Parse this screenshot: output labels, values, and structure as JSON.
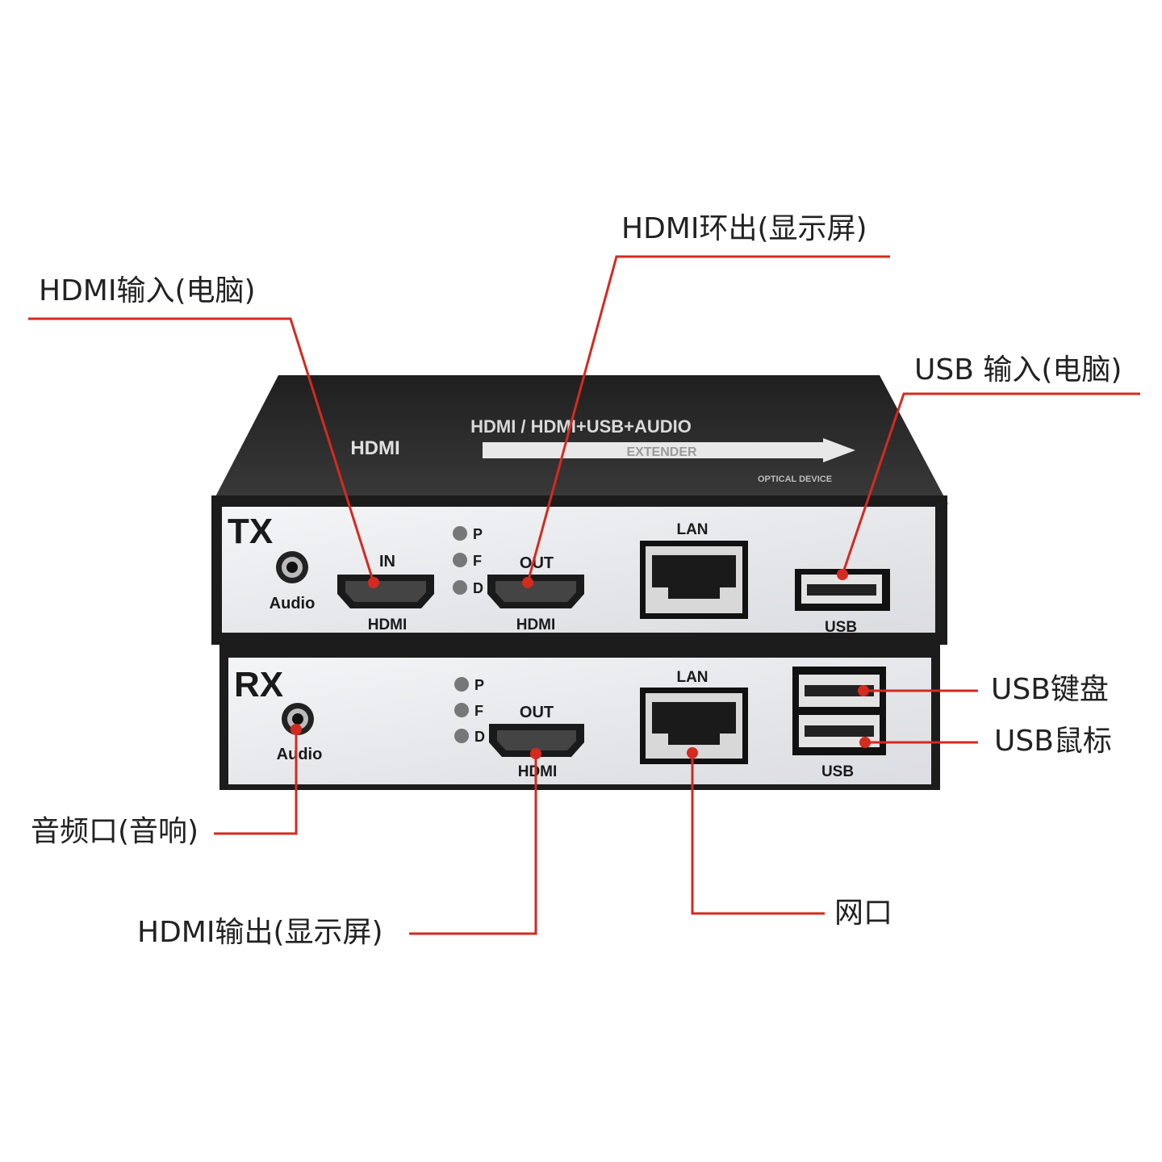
{
  "callouts": {
    "hdmi_in": "HDMI输入(电脑)",
    "hdmi_loop": "HDMI环出(显示屏)",
    "usb_in": "USB 输入(电脑)",
    "usb_keyboard": "USB键盘",
    "usb_mouse": "USB鼠标",
    "audio": "音频口(音响)",
    "hdmi_out": "HDMI输出(显示屏)",
    "lan": "网口"
  },
  "device": {
    "top_text": "HDMI / HDMI+USB+AUDIO",
    "logo_text": "HDMI",
    "extender_text": "EXTENDER",
    "optical_text": "OPTICAL DEVICE",
    "tx": {
      "name": "TX",
      "audio_label": "Audio",
      "in_label": "IN",
      "out_label": "OUT",
      "hdmi_label_1": "HDMI",
      "hdmi_label_2": "HDMI",
      "led_p": "P",
      "led_f": "F",
      "led_d": "D",
      "lan_label": "LAN",
      "usb_label": "USB"
    },
    "rx": {
      "name": "RX",
      "audio_label": "Audio",
      "out_label": "OUT",
      "hdmi_label": "HDMI",
      "led_p": "P",
      "led_f": "F",
      "led_d": "D",
      "lan_label": "LAN",
      "usb_label": "USB"
    }
  },
  "colors": {
    "callout_line": "#d42a20",
    "device_body": "#2b2b2b",
    "panel": "#eef0f3"
  }
}
